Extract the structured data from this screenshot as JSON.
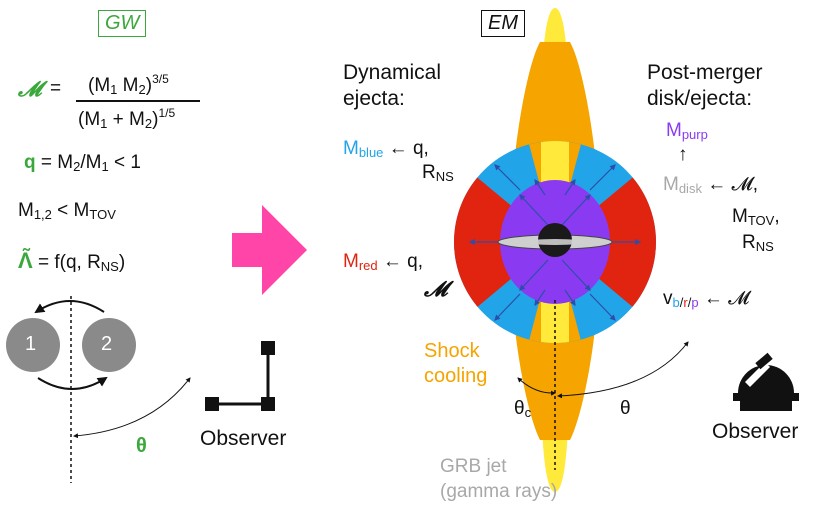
{
  "gw": {
    "tag": "GW",
    "chirp_symbol": "𝓜",
    "eq_sign": "=",
    "numerator": "(M",
    "sub1": "1",
    "num_mid": " M",
    "sub2": "2",
    "num_close": ")",
    "num_exp": "3/5",
    "denominator": "(M",
    "den_sub1": "1",
    "den_mid": " + M",
    "den_sub2": "2",
    "den_close": ")",
    "den_exp": "1/5",
    "q_symbol": "q",
    "q_rhs_a": " = M",
    "q_rhs_sub2": "2",
    "q_rhs_b": "/M",
    "q_rhs_sub1": "1",
    "q_rhs_c": " < 1",
    "m12_a": "M",
    "m12_sub": "1,2",
    "m12_b": " < M",
    "m12_sub2": "TOV",
    "lambda_symbol": "Λ̃",
    "lambda_rhs_a": " = f(q, R",
    "lambda_rhs_sub": "NS",
    "lambda_rhs_b": ")",
    "star1": "1",
    "star2": "2",
    "theta": "θ",
    "observer": "Observer"
  },
  "em": {
    "tag": "EM",
    "dyn_title_1": "Dynamical",
    "dyn_title_2": "ejecta:",
    "mblue_m": "M",
    "mblue_sub": "blue",
    "mblue_dep": " ← q,",
    "mblue_dep2_r": "R",
    "mblue_dep2_sub": "NS",
    "mred_m": "M",
    "mred_sub": "red",
    "mred_dep": " ← q,",
    "mred_dep2": "𝓜",
    "post_title_1": "Post-merger",
    "post_title_2": "disk/ejecta:",
    "mpurp_m": "M",
    "mpurp_sub": "purp",
    "up_arrow": "↑",
    "mdisk_m": "M",
    "mdisk_sub": "disk",
    "mdisk_dep": " ← 𝓜,",
    "mtov_m": "M",
    "mtov_sub": "TOV",
    "mtov_comma": ",",
    "rns_r": "R",
    "rns_sub": "NS",
    "v_v": "v",
    "v_b": "b",
    "v_slash1": "/",
    "v_r": "r",
    "v_slash2": "/",
    "v_p": "p",
    "v_dep": " ← 𝓜",
    "shock_1": "Shock",
    "shock_2": "cooling",
    "theta_c": "θ",
    "theta_c_sub": "c",
    "theta": "θ",
    "grb_1": "GRB jet",
    "grb_2": "(gamma rays)",
    "observer": "Observer"
  },
  "colors": {
    "green": "#3aa83a",
    "blue": "#22a4e8",
    "red": "#e02410",
    "purple": "#8a3bf2",
    "orange": "#f5a400",
    "yellow": "#ffe93a",
    "pink_arrow": "#ff45a8",
    "grey": "#a8a8a8"
  }
}
